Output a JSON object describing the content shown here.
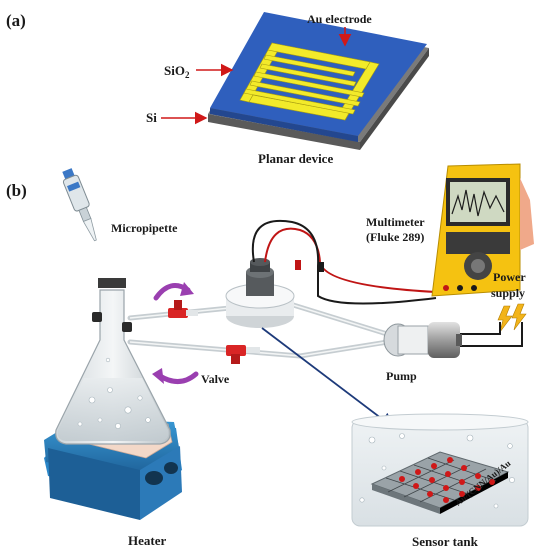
{
  "panel_a": {
    "tag": "(a)",
    "labels": {
      "au_electrode": "Au electrode",
      "sio2": "SiO",
      "sio2_sub": "2",
      "si": "Si",
      "caption": "Planar device"
    }
  },
  "panel_b": {
    "tag": "(b)",
    "labels": {
      "micropipette": "Micropipette",
      "multimeter": "Multimeter",
      "multimeter_model": "(Fluke 289)",
      "power_supply_1": "Power",
      "power_supply_2": "supply",
      "valve": "Valve",
      "pump": "Pump",
      "heater": "Heater",
      "sensor_tank": "Sensor tank",
      "film": "Au/(CNN/Au)/Au"
    }
  },
  "colors": {
    "electrode_yellow": "#f2ea2a",
    "sio2_blue": "#2f5fbd",
    "si_gray": "#8d8d8d",
    "arrow_red": "#d01818",
    "multimeter_yellow": "#f5c211",
    "heater_blue": "#2a86c8",
    "purple_arrow": "#9a3fb0",
    "navy_arrow": "#1d3a7a"
  }
}
